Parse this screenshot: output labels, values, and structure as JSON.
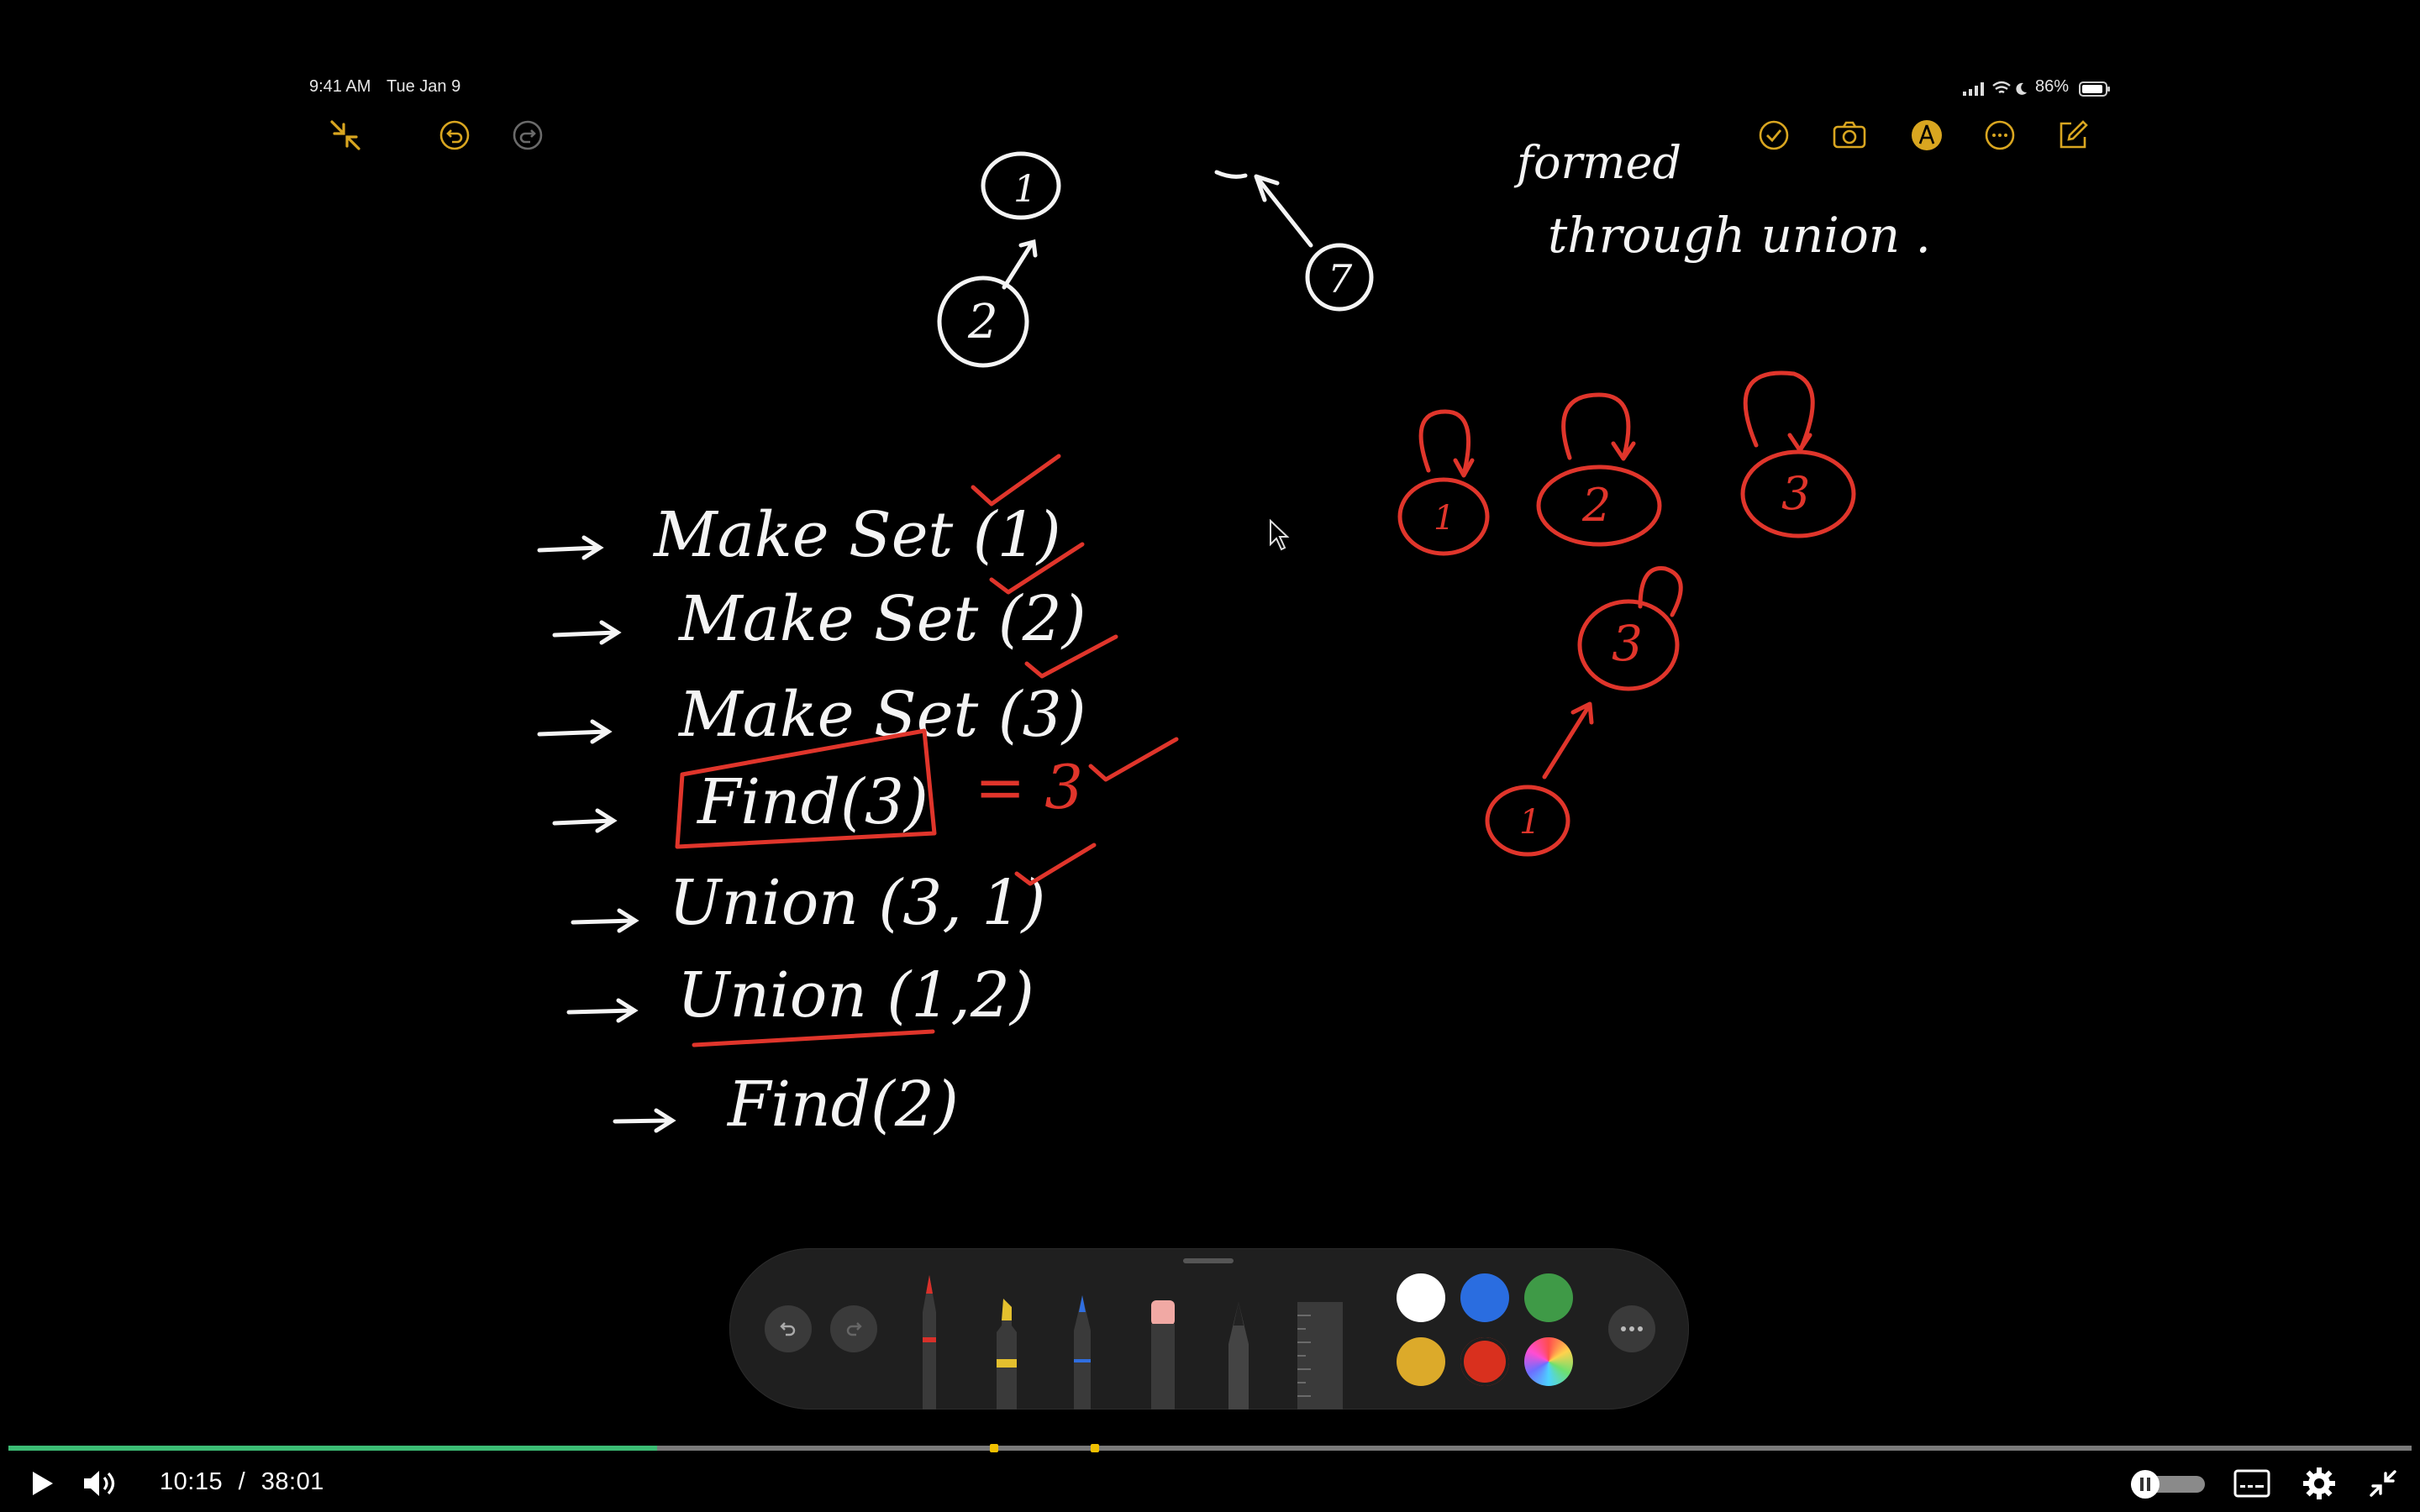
{
  "status_bar": {
    "time": "9:41 AM",
    "date": "Tue Jan 9",
    "battery": "86%"
  },
  "toolbar": {
    "left_icons": [
      "collapse-icon",
      "undo-icon",
      "redo-icon"
    ],
    "right_icons": [
      "checkmark-circle-icon",
      "camera-icon",
      "markup-pen-icon",
      "more-icon",
      "compose-icon"
    ],
    "accent": "#d9a620"
  },
  "handwriting": {
    "top_note_line1": "formed",
    "top_note_line2": "through union .",
    "top_nodes": [
      "1",
      "2",
      "7"
    ],
    "operations": [
      "Make Set (1)",
      "Make Set (2)",
      "Make Set (3)",
      "Find(3)",
      "Union (3, 1)",
      "Union (1,2)",
      "Find(2)"
    ],
    "find_result": "= 3",
    "red_nodes": [
      "1",
      "2",
      "3",
      "3",
      "1"
    ]
  },
  "palette": {
    "colors": [
      "#ffffff",
      "#2a6de0",
      "#3f9a47",
      "#dcaa2a",
      "#d9301e",
      "rainbow"
    ],
    "tools": [
      "pen",
      "marker",
      "pencil",
      "eraser",
      "fountain-pen",
      "ruler"
    ]
  },
  "video": {
    "current_time": "10:15",
    "separator": "/",
    "duration": "38:01",
    "progress": 0.27,
    "played_color": "#3cbc74"
  }
}
